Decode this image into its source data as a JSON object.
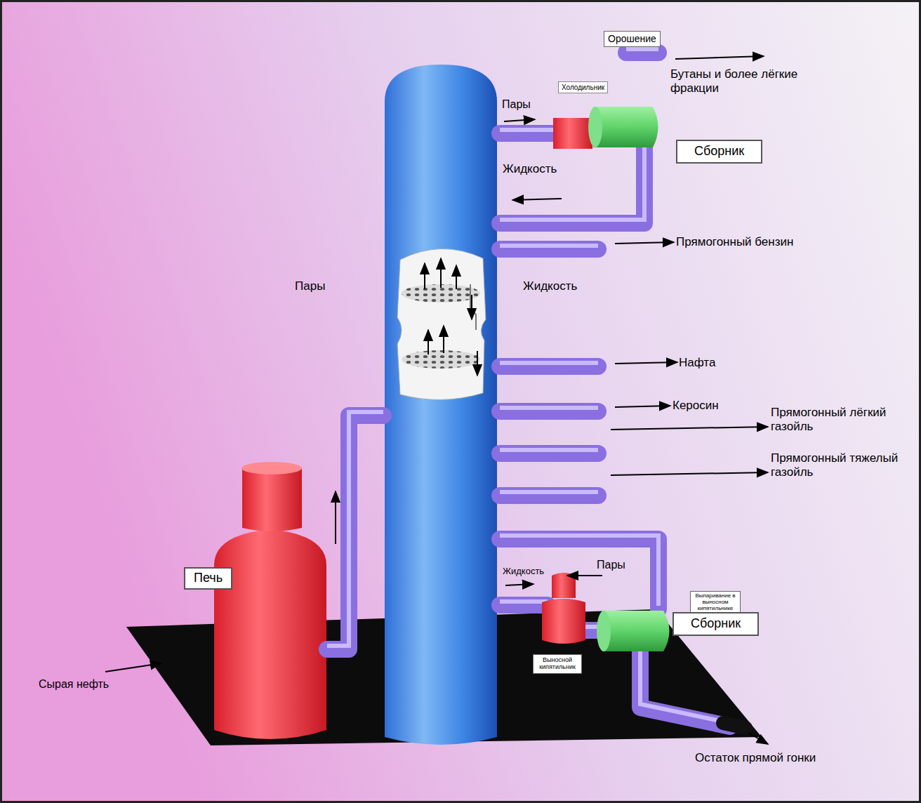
{
  "diagram": {
    "nodes": [
      {
        "text": [
          "Орошение"
        ]
      },
      {
        "text": [
          "Холодильник"
        ]
      },
      {
        "text": [
          "Сборник"
        ]
      },
      {
        "text": [
          "Печь"
        ]
      },
      {
        "text": [
          "Выпаривание в выносном кипятильнике"
        ]
      },
      {
        "text": [
          "Сборник"
        ]
      },
      {
        "text": [
          "Выносной кипятильник"
        ]
      }
    ],
    "labels": [
      "Бутаны и более лёгкие фракции",
      "Пары",
      "Жидкость",
      "Прямогонный бензин",
      "Пары",
      "Жидкость",
      "Нафта",
      "Керосин",
      "Прямогонный лёгкий газойль",
      "Прямогонный тяжелый газойль",
      "Жидкость",
      "Пары",
      "Сырая нефть",
      "Остаток прямой гонки"
    ]
  }
}
